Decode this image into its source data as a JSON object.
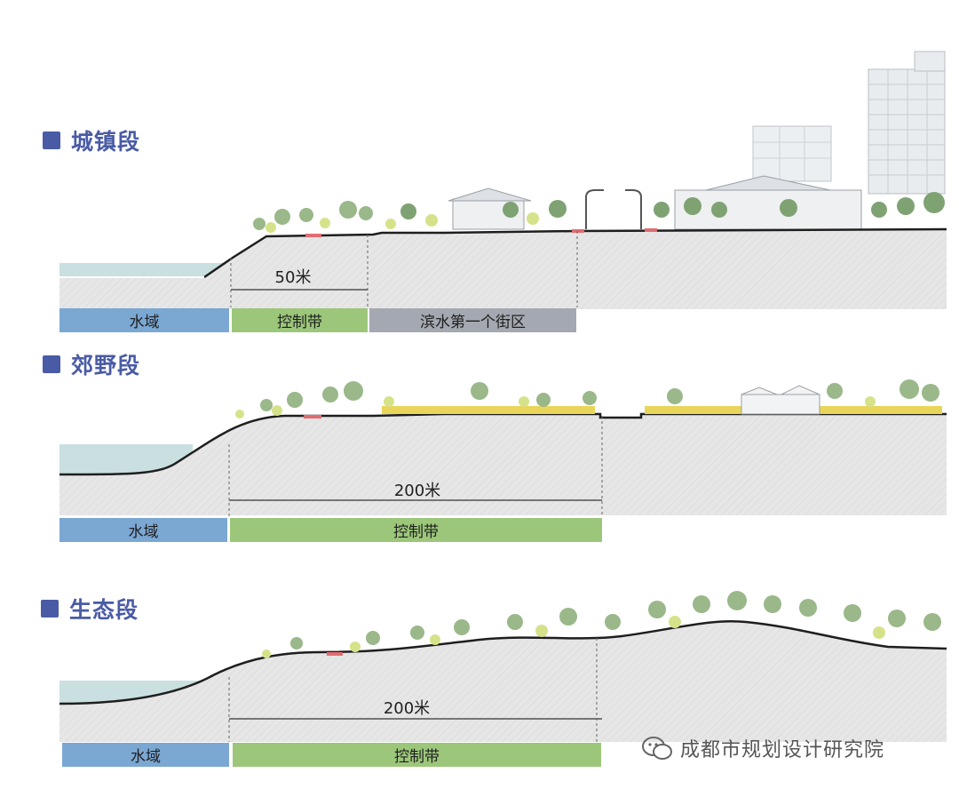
{
  "sections": [
    {
      "title": "城镇段",
      "dimension": "50米",
      "zones": [
        "水域",
        "控制带",
        "滨水第一个街区"
      ]
    },
    {
      "title": "郊野段",
      "dimension": "200米",
      "zones": [
        "水域",
        "控制带"
      ]
    },
    {
      "title": "生态段",
      "dimension": "200米",
      "zones": [
        "水域",
        "控制带"
      ]
    }
  ],
  "watermark": {
    "text": "成都市规划设计研究院",
    "icon": "wechat-icon"
  },
  "colors": {
    "title": "#4a5ba6",
    "water_zone": "#7ba7d3",
    "control_zone": "#9cc77a",
    "block_zone": "#a4a8b0",
    "water": "#c9dfe0",
    "ground": "#e3e3e3"
  }
}
